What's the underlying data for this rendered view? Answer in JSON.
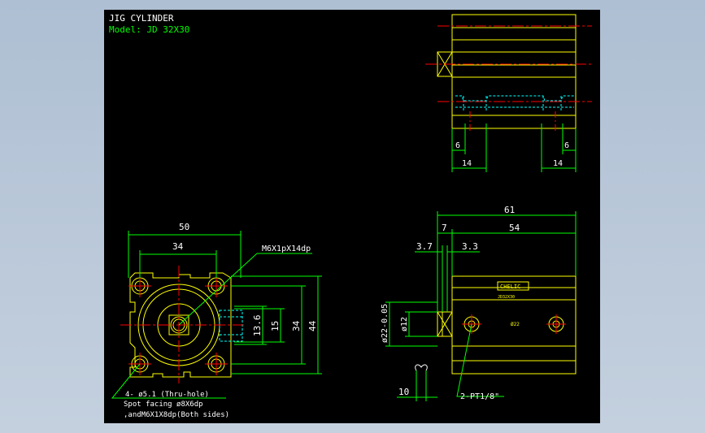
{
  "title": {
    "line1": "JIG  CYLINDER",
    "line2": "Model:  JD  32X30"
  },
  "colors": {
    "background": "#000000",
    "outline": "#ffff00",
    "dimension": "#00ff00",
    "center": "#ff0000",
    "hidden": "#00ffff",
    "text": "#ffffff"
  },
  "top_view": {
    "dims": {
      "left_small": "6",
      "right_small": "6",
      "left_big": "14",
      "right_big": "14"
    }
  },
  "front_view": {
    "dims": {
      "width_outer": "50",
      "width_inner": "34",
      "h_136": "13.6",
      "h_15": "15",
      "h_34": "34",
      "h_44": "44"
    },
    "leader_tap": "M6X1pX14dp",
    "note1": "4-  ø5.1 (Thru-hole)",
    "note2": "Spot facing  ø8X6dp",
    "note3": ",andM6X1X8dp(Both sides)"
  },
  "side_view": {
    "dims": {
      "len_61": "61",
      "len_7": "7",
      "len_54": "54",
      "d_37": "3.7",
      "d_33": "3.3",
      "d_10": "10"
    },
    "rod_dia": "ø12",
    "bore_dia": "ø22-0.05",
    "port": "2-PT1/8\"",
    "label_brand": "CHELIC",
    "label_sub": "JD32X30"
  }
}
